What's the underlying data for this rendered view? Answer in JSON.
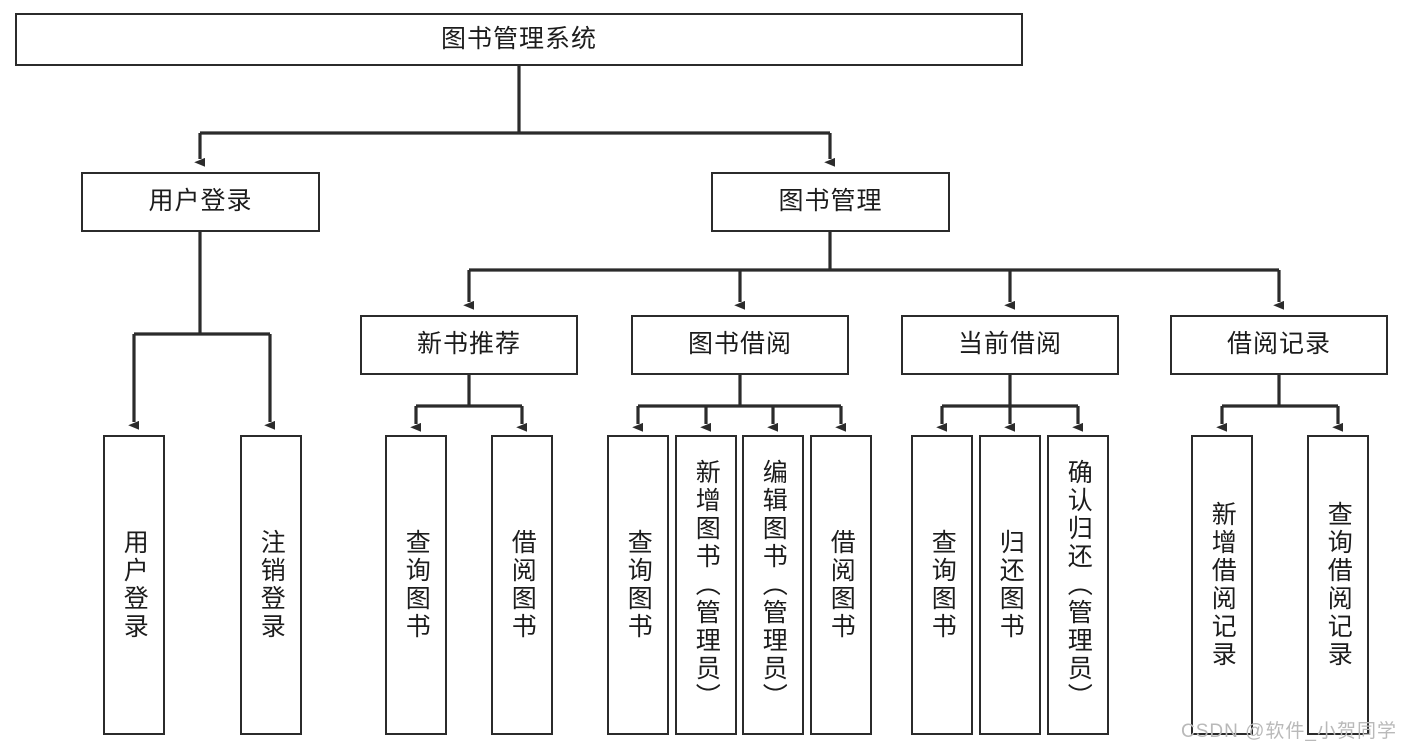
{
  "diagram": {
    "type": "hierarchy-tree",
    "title_node": {
      "label": "图书管理系统"
    },
    "level2": [
      {
        "id": "user-login",
        "label": "用户登录"
      },
      {
        "id": "book-manage",
        "label": "图书管理"
      }
    ],
    "level3": [
      {
        "id": "new-book-recommend",
        "label": "新书推荐"
      },
      {
        "id": "book-borrow",
        "label": "图书借阅"
      },
      {
        "id": "current-borrow",
        "label": "当前借阅"
      },
      {
        "id": "borrow-record",
        "label": "借阅记录"
      }
    ],
    "leaves": [
      {
        "id": "leaf-user-login",
        "label": "用户登录"
      },
      {
        "id": "leaf-logout-login",
        "label": "注销登录"
      },
      {
        "id": "leaf-query-book-1",
        "label": "查询图书"
      },
      {
        "id": "leaf-borrow-book-1",
        "label": "借阅图书"
      },
      {
        "id": "leaf-query-book-2",
        "label": "查询图书"
      },
      {
        "id": "leaf-add-book-admin",
        "label": "新增图书（管理员）"
      },
      {
        "id": "leaf-edit-book-admin",
        "label": "编辑图书（管理员）"
      },
      {
        "id": "leaf-borrow-book-2",
        "label": "借阅图书"
      },
      {
        "id": "leaf-query-book-3",
        "label": "查询图书"
      },
      {
        "id": "leaf-return-book",
        "label": "归还图书"
      },
      {
        "id": "leaf-confirm-return-admin",
        "label": "确认归还（管理员）"
      },
      {
        "id": "leaf-add-borrow-record",
        "label": "新增借阅记录"
      },
      {
        "id": "leaf-query-borrow-record",
        "label": "查询借阅记录"
      }
    ],
    "colors": {
      "stroke": "#2b2b2b",
      "fill": "#ffffff",
      "text": "#1c1c1c",
      "watermark": "#b9b9b9"
    }
  },
  "watermark": {
    "text": "CSDN @软件_小贺同学"
  }
}
